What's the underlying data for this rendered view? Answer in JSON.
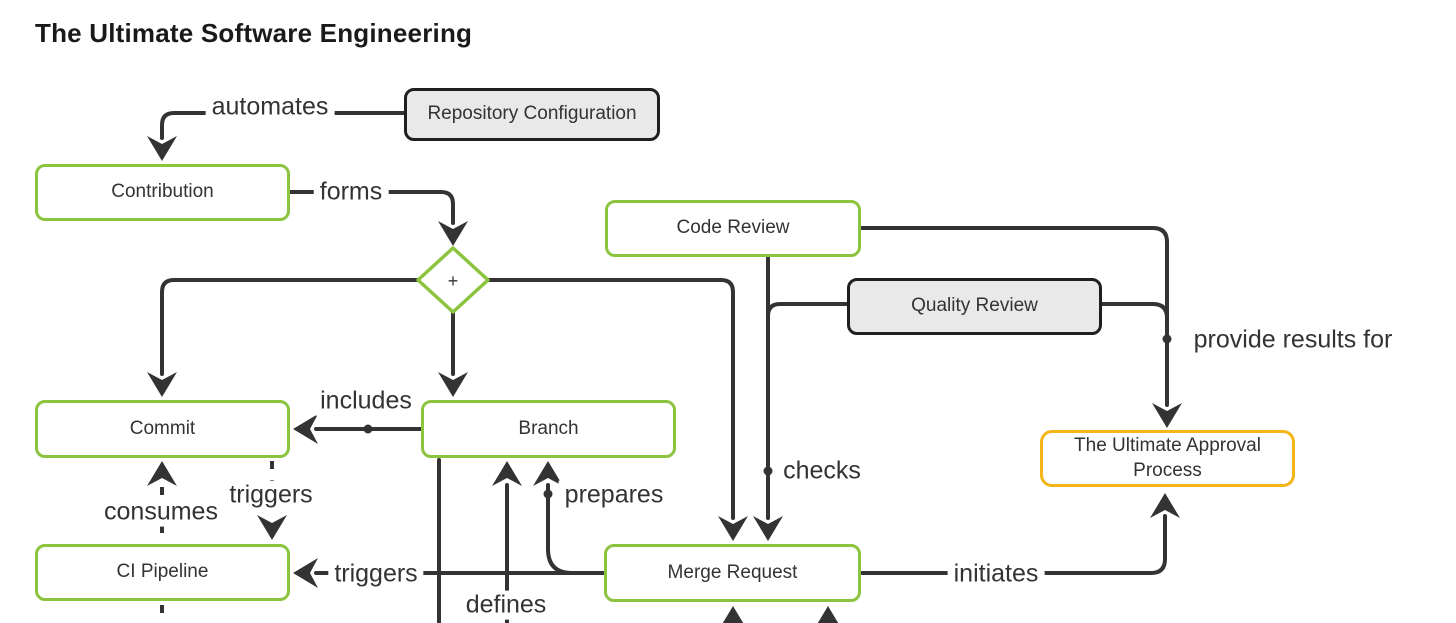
{
  "title": "The Ultimate Software Engineering",
  "nodes": {
    "repository_configuration": {
      "label": "Repository Configuration",
      "style": "gray"
    },
    "contribution": {
      "label": "Contribution",
      "style": "green"
    },
    "code_review": {
      "label": "Code Review",
      "style": "green"
    },
    "quality_review": {
      "label": "Quality Review",
      "style": "gray"
    },
    "commit": {
      "label": "Commit",
      "style": "green"
    },
    "branch": {
      "label": "Branch",
      "style": "green"
    },
    "ci_pipeline": {
      "label": "CI Pipeline",
      "style": "green"
    },
    "merge_request": {
      "label": "Merge Request",
      "style": "green"
    },
    "ultimate_approval_process": {
      "label": "The Ultimate Approval Process",
      "style": "yellow"
    },
    "junction": {
      "label": "+",
      "style": "diamond"
    }
  },
  "edge_labels": {
    "automates": "automates",
    "forms": "forms",
    "includes": "includes",
    "consumes": "consumes",
    "triggers_commit_to_ci": "triggers",
    "triggers_merge_to_ci": "triggers",
    "prepares": "prepares",
    "defines": "defines",
    "checks": "checks",
    "provide_results_for": "provide results for",
    "initiates": "initiates"
  },
  "colors": {
    "green_border": "#8cc43f",
    "yellow_border": "#f3b518",
    "gray_fill": "#e9e9e9",
    "dark_border": "#1f1f1f",
    "edge": "#333333",
    "text": "#333333",
    "title": "#1a1a1a"
  }
}
